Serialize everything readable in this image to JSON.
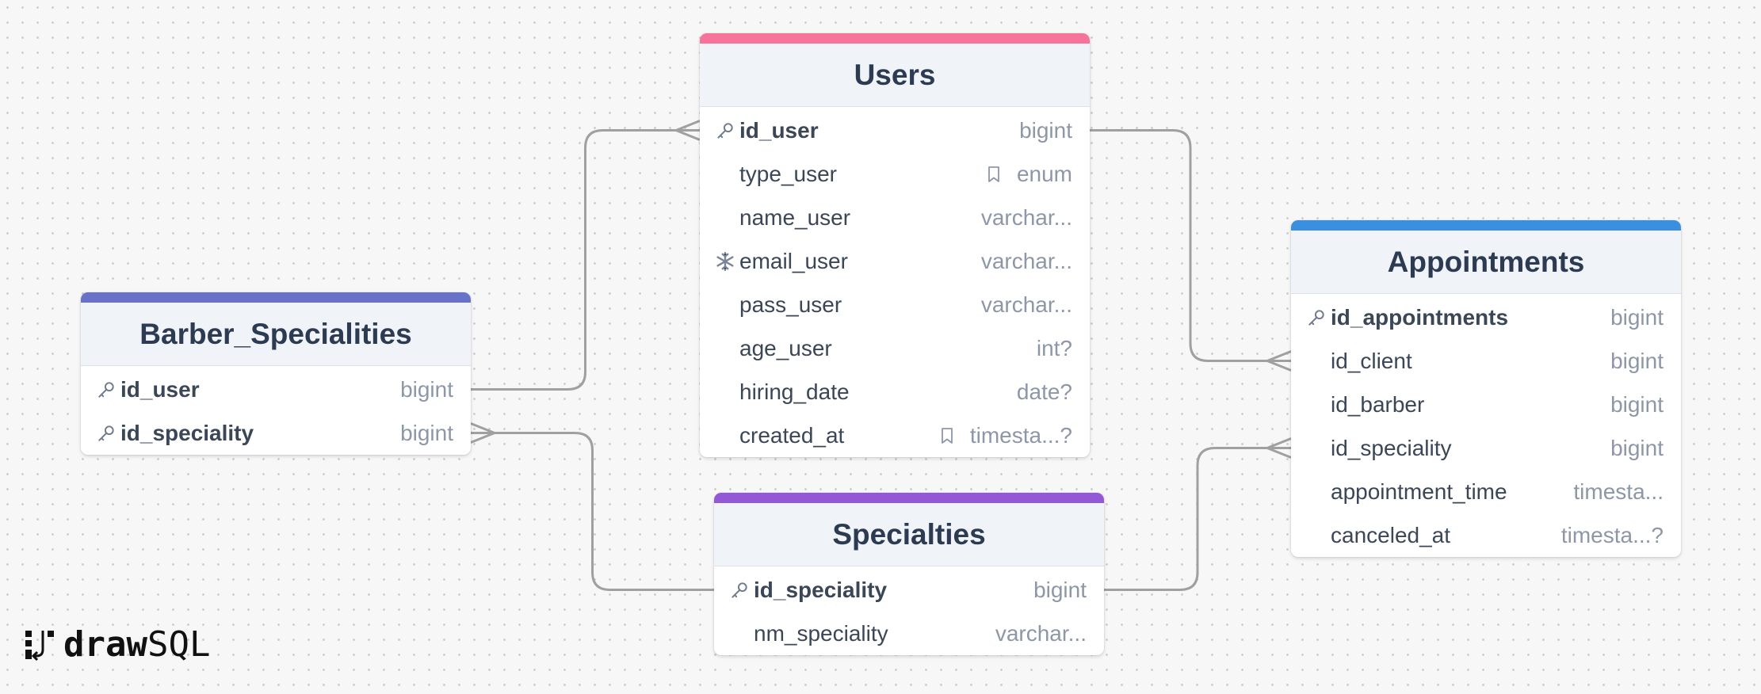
{
  "colors": {
    "users": "#f6739a",
    "appointments": "#3b8fdf",
    "barber_specialities": "#6872c9",
    "specialties": "#9258d6",
    "connector": "#a0a0a0"
  },
  "logo": {
    "part1": "draw",
    "part2": "SQL"
  },
  "tables": [
    {
      "key": "users",
      "title": "Users",
      "columns": [
        {
          "name": "id_user",
          "type": "bigint",
          "icon": "key-icon",
          "pk": true
        },
        {
          "name": "type_user",
          "type": "enum",
          "note": "bookmark-icon"
        },
        {
          "name": "name_user",
          "type": "varchar..."
        },
        {
          "name": "email_user",
          "type": "varchar...",
          "icon": "snowflake-icon"
        },
        {
          "name": "pass_user",
          "type": "varchar..."
        },
        {
          "name": "age_user",
          "type": "int?"
        },
        {
          "name": "hiring_date",
          "type": "date?"
        },
        {
          "name": "created_at",
          "type": "timesta...?",
          "note": "bookmark-icon"
        }
      ]
    },
    {
      "key": "appointments",
      "title": "Appointments",
      "columns": [
        {
          "name": "id_appointments",
          "type": "bigint",
          "icon": "key-icon",
          "pk": true
        },
        {
          "name": "id_client",
          "type": "bigint"
        },
        {
          "name": "id_barber",
          "type": "bigint"
        },
        {
          "name": "id_speciality",
          "type": "bigint"
        },
        {
          "name": "appointment_time",
          "type": "timesta..."
        },
        {
          "name": "canceled_at",
          "type": "timesta...?"
        }
      ]
    },
    {
      "key": "barber_specialities",
      "title": "Barber_Specialities",
      "columns": [
        {
          "name": "id_user",
          "type": "bigint",
          "icon": "key-icon",
          "pk": true
        },
        {
          "name": "id_speciality",
          "type": "bigint",
          "icon": "key-icon",
          "pk": true
        }
      ]
    },
    {
      "key": "specialties",
      "title": "Specialties",
      "columns": [
        {
          "name": "id_speciality",
          "type": "bigint",
          "icon": "key-icon",
          "pk": true
        },
        {
          "name": "nm_speciality",
          "type": "varchar..."
        }
      ]
    }
  ],
  "relationships": [
    {
      "from": "barber_specialities.id_user",
      "to": "users.id_user",
      "many_end": "to"
    },
    {
      "from": "users.id_user",
      "to": "appointments.id_client",
      "many_end": "to"
    },
    {
      "from": "specialties.id_speciality",
      "to": "appointments.id_speciality",
      "many_end": "to"
    },
    {
      "from": "specialties.id_speciality",
      "to": "barber_specialities.id_speciality",
      "many_end": "to"
    }
  ]
}
